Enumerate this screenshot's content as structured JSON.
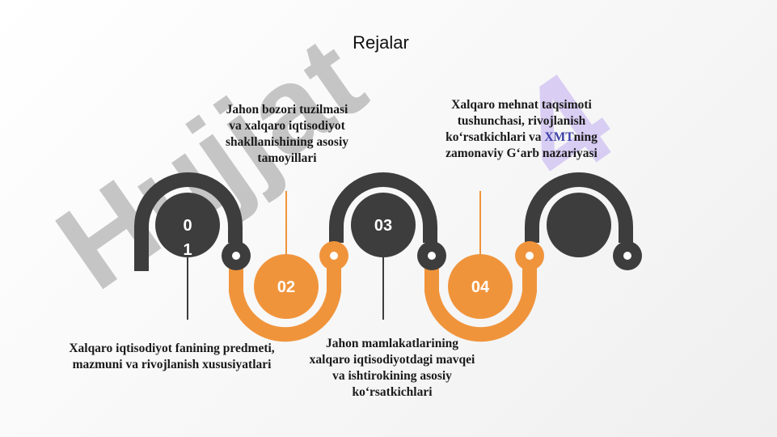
{
  "slide": {
    "title": "Rejalar",
    "watermark": {
      "text": "Hujjat",
      "number": "4",
      "gray": "#9a9a9a",
      "purple": "#b59cf0"
    },
    "colors": {
      "dark": "#3d3d3d",
      "orange": "#f0943c"
    },
    "steps": [
      {
        "number_line1": "0",
        "number_line2": "1",
        "text": "Xalqaro iqtisodiyot fanining predmeti, mazmuni va rivojlanish xususiyatlari"
      },
      {
        "number": "02",
        "text": "Jahon bozori tuzilmasi va xalqaro iqtisodiyot shakllanishining asosiy tamoyillari"
      },
      {
        "number": "03",
        "text": "Jahon mamlakatlarining xalqaro iqtisodiyotdagi mavqei va ishtirokining asosiy ko‘rsatkichlari"
      },
      {
        "number": "04",
        "text_part1": "Xalqaro mehnat taqsimoti tushunchasi, rivojlanish ko‘rsatkichlari va ",
        "text_highlight": "XMT",
        "text_part2": "ning zamonaviy G‘arb nazariyasi"
      }
    ]
  }
}
